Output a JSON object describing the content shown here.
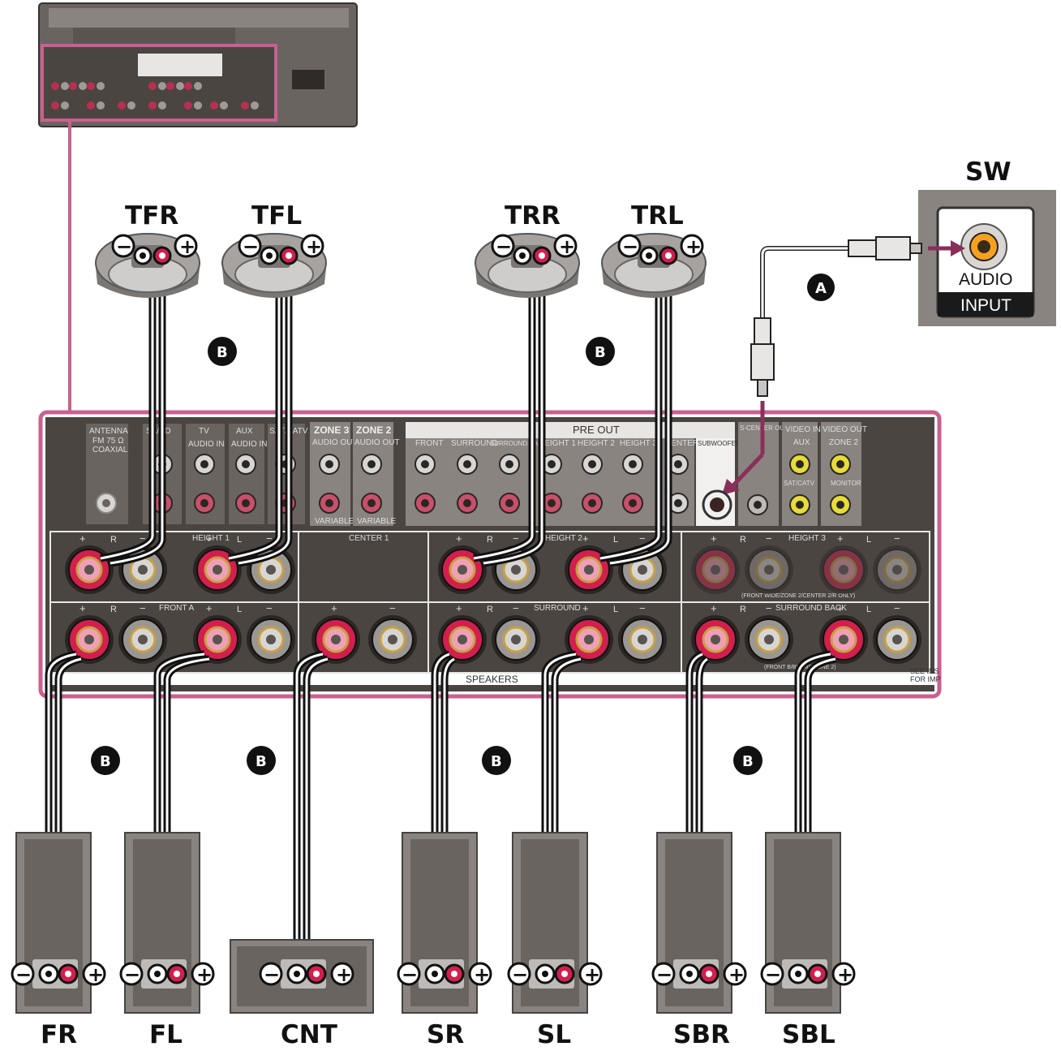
{
  "colors": {
    "panel": "#4a4541",
    "highlight": "#c9608f",
    "positive": "#d21f4d",
    "cable_plug": "#8a2f5a"
  },
  "labels": {
    "subwoofer": "SW",
    "subwoofer_audio": "AUDIO",
    "subwoofer_input": "INPUT",
    "cable_a": "A",
    "cable_b": "B",
    "plus": "+",
    "minus": "−"
  },
  "top_speakers": [
    {
      "label": "TFR"
    },
    {
      "label": "TFL"
    },
    {
      "label": "TRR"
    },
    {
      "label": "TRL"
    }
  ],
  "floor_speakers": [
    {
      "label": "FR"
    },
    {
      "label": "FL"
    },
    {
      "label": "CNT"
    },
    {
      "label": "SR"
    },
    {
      "label": "SL"
    },
    {
      "label": "SBR"
    },
    {
      "label": "SBL"
    }
  ],
  "panel": {
    "antenna": "ANTENNA",
    "antenna_sub1": "FM 75 Ω",
    "antenna_sub2": "COAXIAL",
    "sat_cd": "SA/CD",
    "audio_in": "AUDIO IN",
    "tv": "TV",
    "aux": "AUX",
    "sat_catv": "SAT/CATV",
    "zone3": "ZONE 3",
    "zone2": "ZONE 2",
    "audio_out": "AUDIO OUT",
    "variable": "VARIABLE",
    "pre_out": "PRE OUT",
    "front": "FRONT",
    "surround": "SURROUND",
    "surround_back": "SURROUND BACK",
    "height1": "HEIGHT 1",
    "height2": "HEIGHT 2",
    "height3": "HEIGHT 3",
    "center": "CENTER",
    "subwoofer_out": "SUBWOOFER",
    "s_center_out": "S-CENTER OUT",
    "video_in": "VIDEO IN",
    "video_out": "VIDEO OUT",
    "monitor": "MONITOR",
    "center1": "CENTER 1",
    "front_a": "FRONT A",
    "speakers": "SPEAKERS",
    "front_wide_note": "(FRONT WIDE/ZONE 2/CENTER 2/R ONLY)",
    "front_b_note": "(FRONT B/BI-AMP/ZONE 2)",
    "see_ins": "SEE INS",
    "for_imp": "FOR IMP",
    "r": "R",
    "l": "L"
  }
}
